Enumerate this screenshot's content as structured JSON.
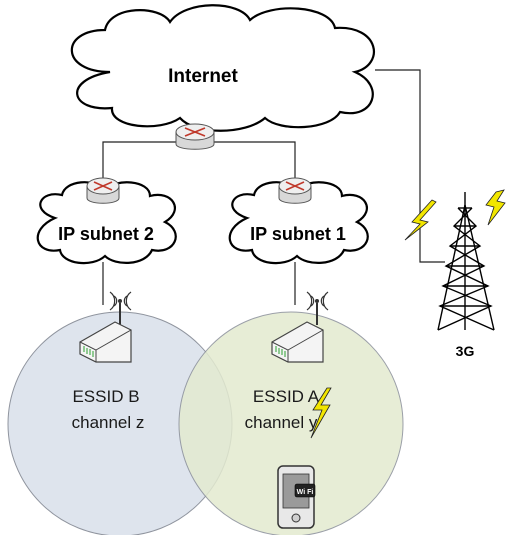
{
  "internet": {
    "label": "Internet"
  },
  "subnet_left": {
    "label": "IP subnet 2"
  },
  "subnet_right": {
    "label": "IP subnet 1"
  },
  "tower": {
    "label": "3G"
  },
  "network_b": {
    "essid": "ESSID B",
    "channel": "channel z"
  },
  "network_a": {
    "essid": "ESSID A",
    "channel": "channel y"
  },
  "device": {
    "badge": "Wi Fi"
  },
  "colors": {
    "cell_b": "#dde3ed",
    "cell_a": "#e6ecd4",
    "cloud_stroke": "#000000",
    "lightning": "#f2e600",
    "router_mark": "#c0392b"
  }
}
